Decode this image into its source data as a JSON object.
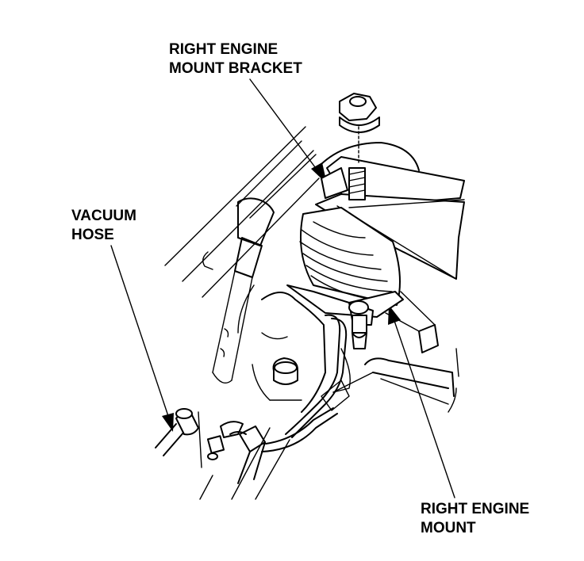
{
  "labels": {
    "bracket_line1": "RIGHT ENGINE",
    "bracket_line2": "MOUNT BRACKET",
    "vacuum_line1": "VACUUM",
    "vacuum_line2": "HOSE",
    "mount_line1": "RIGHT ENGINE",
    "mount_line2": "MOUNT"
  },
  "colors": {
    "ink": "#000000",
    "paper": "#ffffff"
  }
}
